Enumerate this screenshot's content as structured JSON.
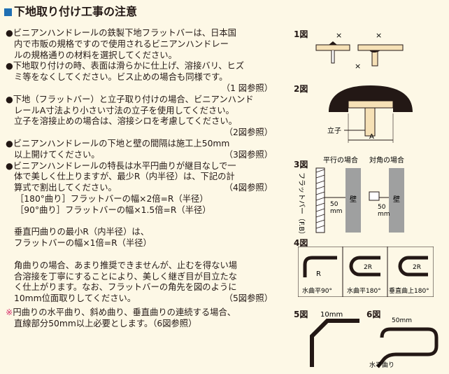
{
  "title": "下地取り付け工事の注意",
  "paragraphs": [
    {
      "lines": [
        "●ビニアンハンドレールの鉄製下地フラットバーは、日本国",
        "内で市販の規格ですので使用されるビニアンハンドレー",
        "ルの規格通りの材料を選択してください。"
      ]
    },
    {
      "lines": [
        "●下地取り付けの時、表面は滑らかに仕上げ、溶接バリ、ヒズ",
        "ミ等をなくしてください。ビス止めの場合も同様です。"
      ],
      "ref": "（1 図参照）"
    },
    {
      "lines": [
        "●下地（フラットバー）と立子取り付けの場合、ビニアンハンド",
        "レールA寸法より小さい寸法の立子を使用してください。",
        "立子を溶接止めの場合は、溶接シロを考慮してください。"
      ],
      "ref": "（2図参照）"
    },
    {
      "lines": [
        "●ビニアンハンドレールの下地と壁の間隔は施工上50mm"
      ],
      "last": "以上開けてください。",
      "ref": "（3図参照）"
    },
    {
      "lines": [
        "●ビニアンハンドレールの特長は水平円曲りが継目なしで一",
        "体で美しく仕上りますが、最少R（内半径）は、下記の計"
      ],
      "last": "算式で割出してください。",
      "ref": "（4図参照）"
    }
  ],
  "formulas": [
    "［180°曲り］フラットバーの幅×2倍=R（半径）",
    "［90°曲り］フラットバーの幅×1.5倍=R（半径）"
  ],
  "vertical": [
    "垂直円曲りの最小R（内半径）は、",
    "フラットバーの幅×1倍=R（半径）"
  ],
  "corner": {
    "lines": [
      "角曲りの場合、あまり推奨できませんが、止むを得ない場",
      "合溶接を丁寧にすることにより、美しく継ぎ目が目立たな",
      "く仕上がります。なお、フラットバーの角先を図のように"
    ],
    "last": "10mm位面取りしてください。",
    "ref": "（5図参照）"
  },
  "footnote": {
    "mark": "※",
    "lines": [
      "円曲りの水平曲り、斜め曲り、垂直曲りの連続する場合、",
      "直線部分50mm以上必要とします。（6図参照）"
    ]
  },
  "figures": {
    "fig1": {
      "label": "1図",
      "marks": [
        "×",
        "×",
        "×"
      ]
    },
    "fig2": {
      "label": "2図",
      "tatego": "立子",
      "dim": "A"
    },
    "fig3": {
      "label": "3図",
      "parallel": "平行の場合",
      "diagonal": "対角の場合",
      "flatbar": "フラットバー（F.B）",
      "wall": "壁",
      "dim": "50",
      "unit": "mm"
    },
    "fig4": {
      "label": "4図",
      "r": "R",
      "r2": "2R",
      "cap1": "水曲平90°",
      "cap2": "水曲平180°",
      "cap3": "垂直曲上180°"
    },
    "fig5": {
      "label": "5図",
      "dim": "10mm"
    },
    "fig6": {
      "label": "6図",
      "dim": "50mm",
      "caption": "水平曲り"
    }
  }
}
